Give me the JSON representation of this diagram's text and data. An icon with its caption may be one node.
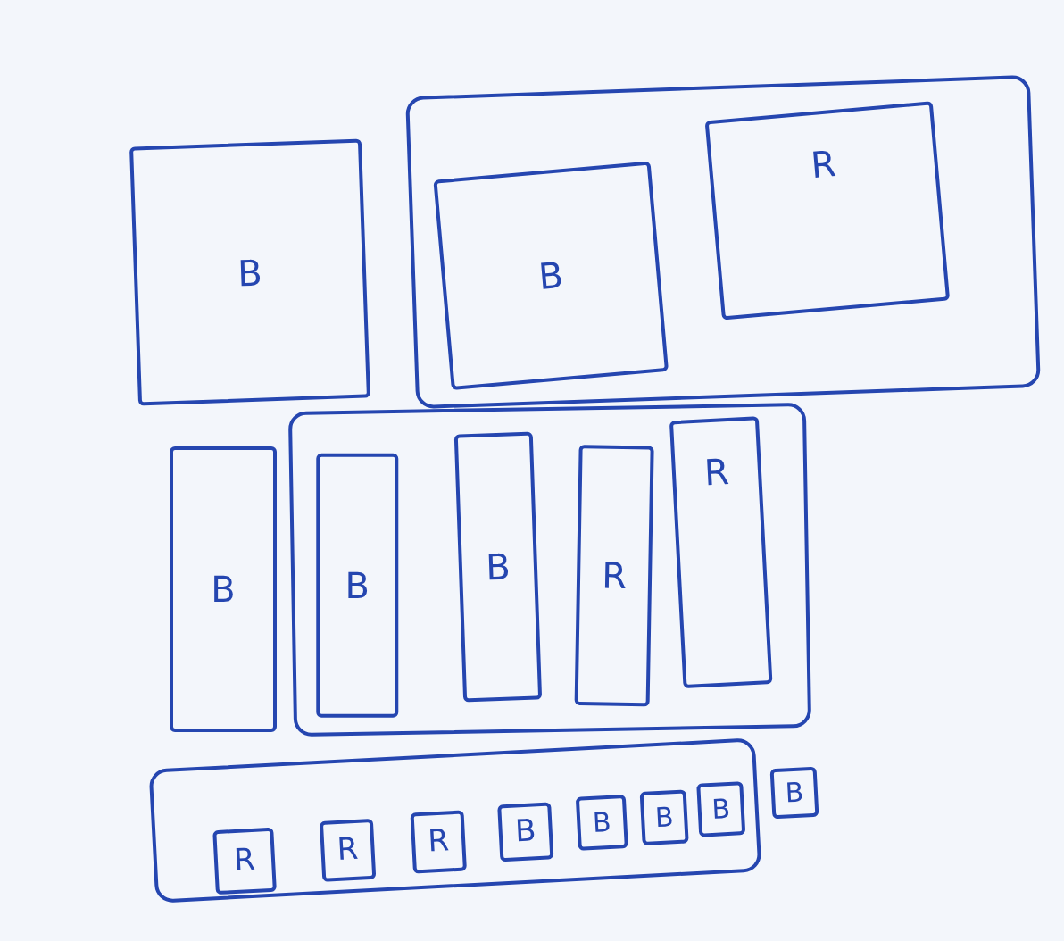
{
  "diagram": {
    "nodes": [
      {
        "text": [
          "B"
        ]
      },
      {
        "text": [],
        "shape": "box"
      },
      {
        "text": [
          "B"
        ],
        "in": 1
      },
      {
        "text": [
          "R"
        ],
        "in": 1
      },
      {
        "text": [
          "B"
        ]
      },
      {
        "text": [],
        "shape": "box"
      },
      {
        "text": [
          "B"
        ],
        "in": 5
      },
      {
        "text": [
          "B"
        ],
        "in": 5
      },
      {
        "text": [
          "R"
        ],
        "in": 5
      },
      {
        "text": [
          "R"
        ],
        "in": 5
      },
      {
        "text": [],
        "shape": "box"
      },
      {
        "text": [
          "R"
        ],
        "in": 10
      },
      {
        "text": [
          "R"
        ],
        "in": 10
      },
      {
        "text": [
          "R"
        ],
        "in": 10
      },
      {
        "text": [
          "B"
        ],
        "in": 10
      },
      {
        "text": [
          "B"
        ],
        "in": 10
      },
      {
        "text": [
          "B"
        ],
        "in": 10
      },
      {
        "text": [
          "B"
        ],
        "in": 10
      },
      {
        "text": [
          "B"
        ]
      }
    ]
  }
}
